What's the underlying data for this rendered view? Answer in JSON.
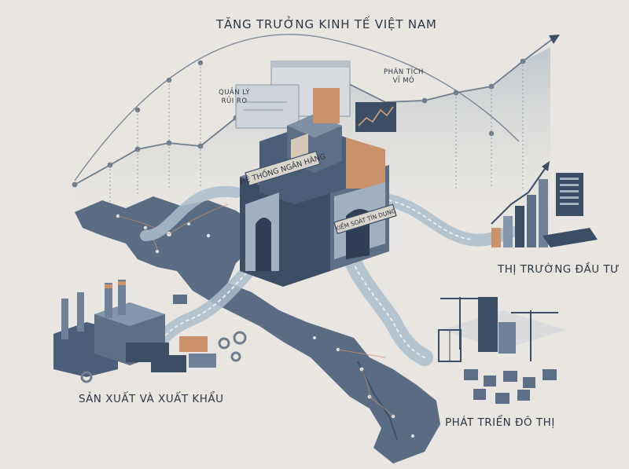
{
  "title": "TĂNG TRƯỞNG KINH TẾ VIỆT NAM",
  "labels": {
    "risk_line1": "QUẢN LÝ",
    "risk_line2": "RỦI RO",
    "macro_line1": "PHÂN TÍCH",
    "macro_line2": "VĨ MÔ",
    "bank_sign": "HỆ THỐNG NGÂN HÀNG",
    "credit_sign": "KIỂM SOÁT TÍN DỤNG",
    "investment": "THỊ TRƯỜNG ĐẦU TƯ",
    "production": "SẢN XUẤT VÀ XUẤT KHẨU",
    "urban": "PHÁT TRIỂN ĐÔ THỊ"
  },
  "colors": {
    "background": "#e9e6e1",
    "navy": "#3c4d66",
    "slate": "#5d6f86",
    "copper": "#c9926b",
    "light_slate": "#9fb0c1",
    "text": "#2c3644"
  }
}
